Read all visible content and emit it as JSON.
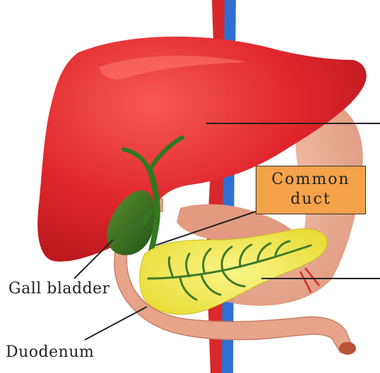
{
  "labels": {
    "common_duct_line1": "Common",
    "common_duct_line2": "duct",
    "gall_bladder": "Gall bladder",
    "duodenum": "Duodenum"
  },
  "colors": {
    "liver": "#e0262b",
    "liver_highlight": "#f04a45",
    "stomach": "#e8a48a",
    "pancreas": "#f2ee4a",
    "bile_duct": "#2f7a1e",
    "gall_bladder": "#2f6b22",
    "artery": "#d8282b",
    "vein": "#2f6fd2",
    "callout_fill": "#f5a24a"
  }
}
